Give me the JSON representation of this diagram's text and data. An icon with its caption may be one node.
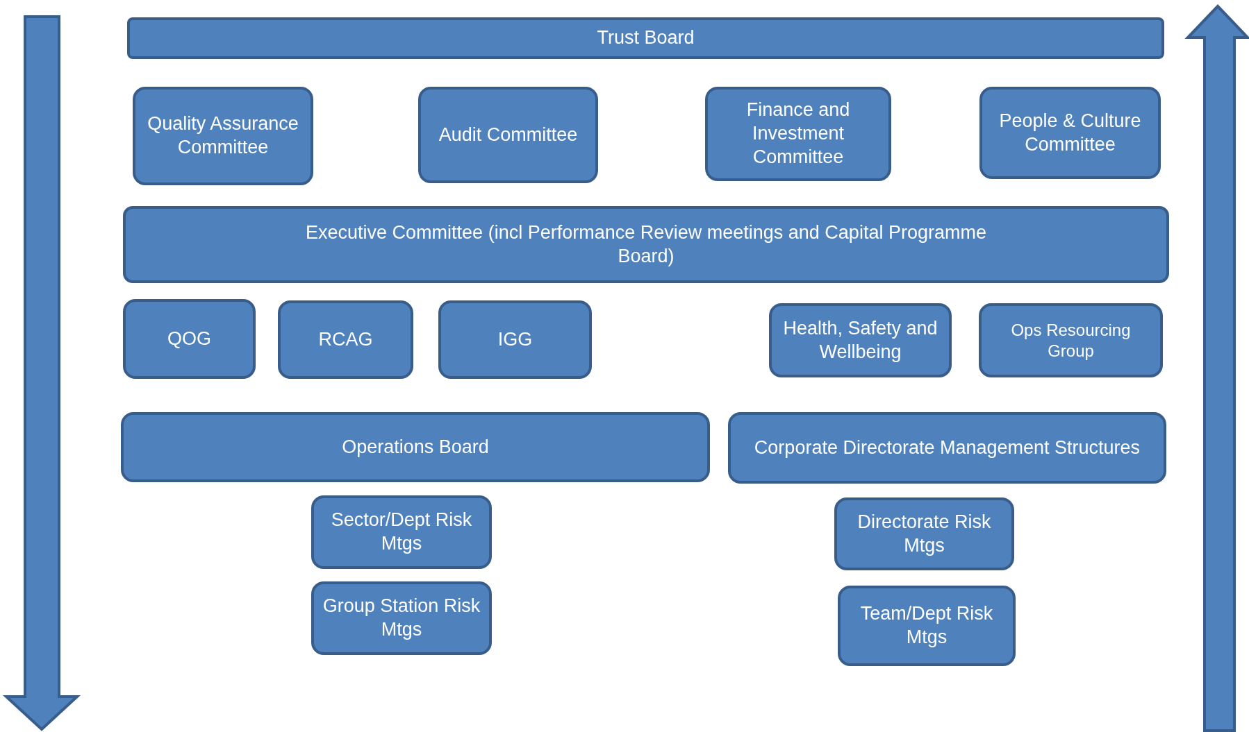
{
  "diagram": {
    "nodes": [
      {
        "text": [
          "Trust Board"
        ]
      },
      {
        "text": [
          "Quality Assurance Committee"
        ]
      },
      {
        "text": [
          "Audit Committee"
        ]
      },
      {
        "text": [
          "Finance and Investment Committee"
        ]
      },
      {
        "text": [
          "People & Culture Committee"
        ]
      },
      {
        "text": [
          "Executive Committee (incl Performance Review meetings and Capital Programme Board)"
        ]
      },
      {
        "text": [
          "QOG"
        ]
      },
      {
        "text": [
          "RCAG"
        ]
      },
      {
        "text": [
          "IGG"
        ]
      },
      {
        "text": [
          "Health, Safety and Wellbeing"
        ]
      },
      {
        "text": [
          "Ops Resourcing Group"
        ]
      },
      {
        "text": [
          "Operations Board"
        ]
      },
      {
        "text": [
          "Corporate Directorate Management Structures"
        ]
      },
      {
        "text": [
          "Sector/Dept Risk Mtgs"
        ]
      },
      {
        "text": [
          "Group Station Risk Mtgs"
        ]
      },
      {
        "text": [
          "Directorate Risk Mtgs"
        ]
      },
      {
        "text": [
          "Team/Dept Risk Mtgs"
        ]
      }
    ]
  }
}
